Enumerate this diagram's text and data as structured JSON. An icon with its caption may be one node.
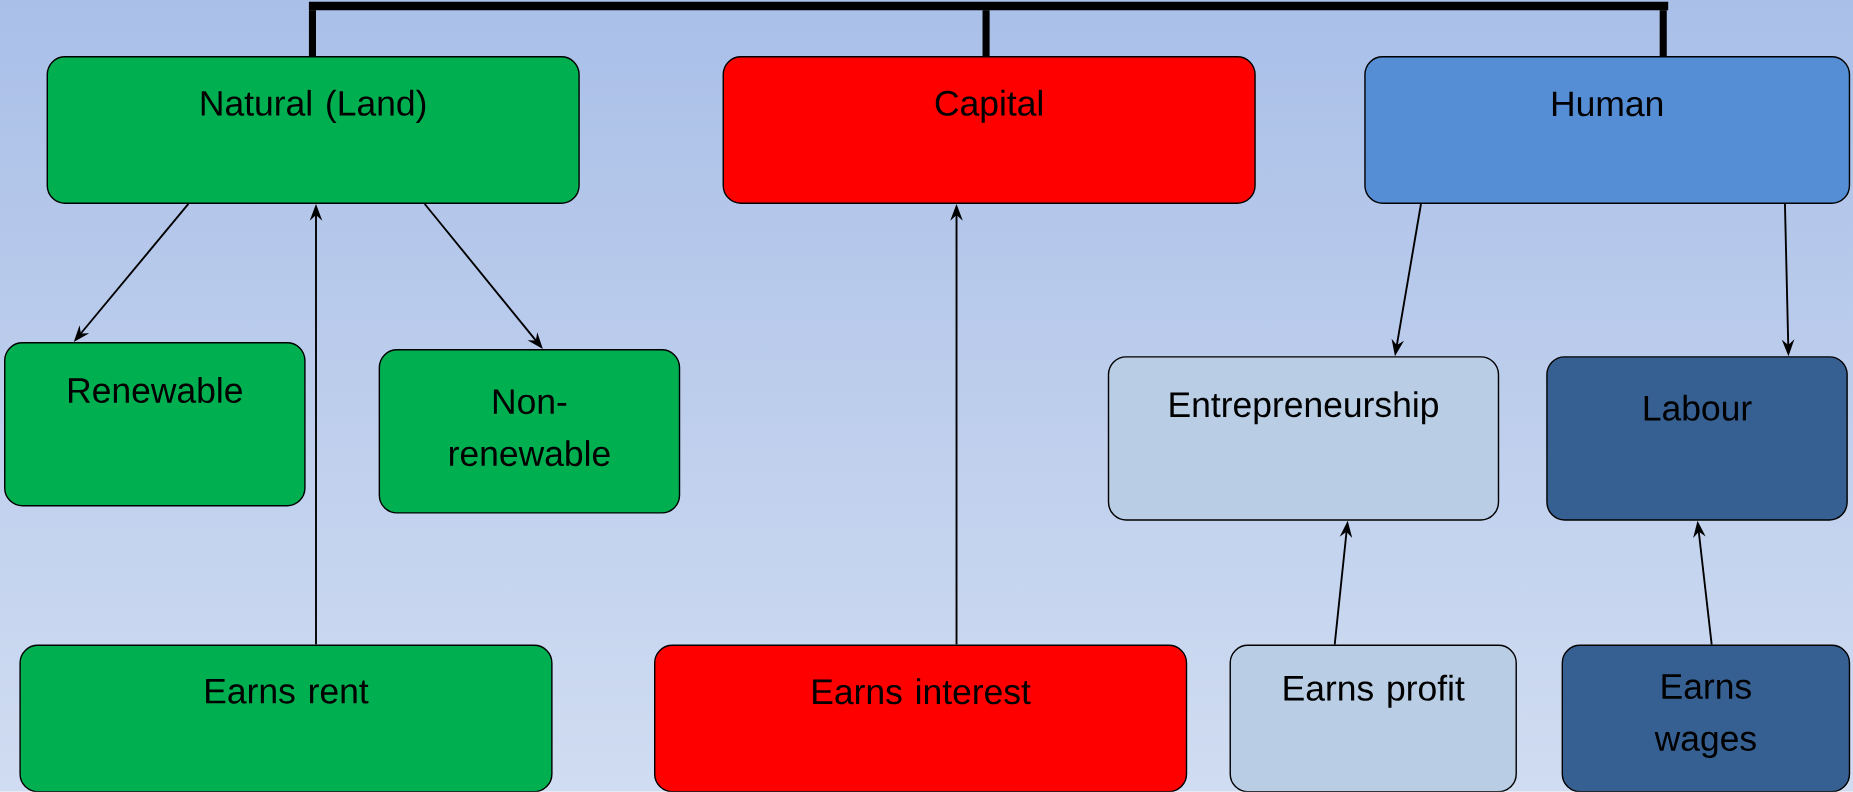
{
  "diagram": {
    "nodes": [
      {
        "text": [
          "Natural (Land)"
        ]
      },
      {
        "text": [
          "Capital"
        ]
      },
      {
        "text": [
          "Human"
        ]
      },
      {
        "text": [
          "Renewable"
        ]
      },
      {
        "text": [
          "Non-renewable"
        ]
      },
      {
        "text": [
          "Entrepreneurship"
        ]
      },
      {
        "text": [
          "Labour"
        ]
      },
      {
        "text": [
          "Earns rent"
        ]
      },
      {
        "text": [
          "Earns interest"
        ]
      },
      {
        "text": [
          "Earns profit"
        ]
      },
      {
        "text": [
          "Earns wages"
        ]
      },
      {
        "text": [],
        "shape": "bar"
      }
    ],
    "edges": [
      {
        "from": 0,
        "to": 3,
        "arrow": "to"
      },
      {
        "from": 0,
        "to": 4,
        "arrow": "to"
      },
      {
        "from": 7,
        "to": 0,
        "arrow": "to"
      },
      {
        "from": 8,
        "to": 1,
        "arrow": "to"
      },
      {
        "from": 2,
        "to": 5,
        "arrow": "to"
      },
      {
        "from": 2,
        "to": 6,
        "arrow": "to"
      },
      {
        "from": 9,
        "to": 5,
        "arrow": "to"
      },
      {
        "from": 10,
        "to": 6,
        "arrow": "to"
      },
      {
        "from": 11,
        "to": 0,
        "arrow": "none",
        "style": "thick"
      },
      {
        "from": 11,
        "to": 1,
        "arrow": "none",
        "style": "thick"
      },
      {
        "from": 11,
        "to": 2,
        "arrow": "none",
        "style": "thick"
      }
    ]
  }
}
